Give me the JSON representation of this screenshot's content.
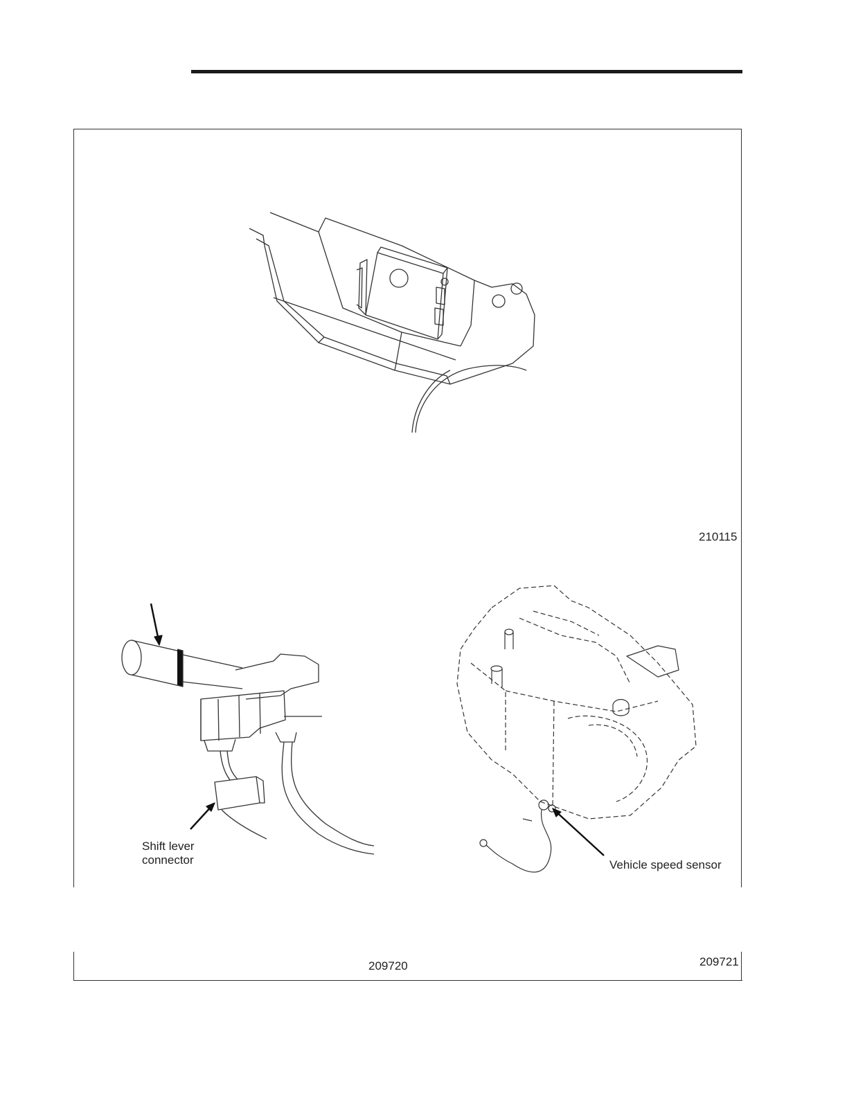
{
  "figures": [
    {
      "id": "tcm-location",
      "number": "210115"
    },
    {
      "id": "shift-lever-connector",
      "number": "209720",
      "callout": "Shift lever connector"
    },
    {
      "id": "vehicle-speed-sensor",
      "number": "209721",
      "callout": "Vehicle speed sensor"
    }
  ]
}
